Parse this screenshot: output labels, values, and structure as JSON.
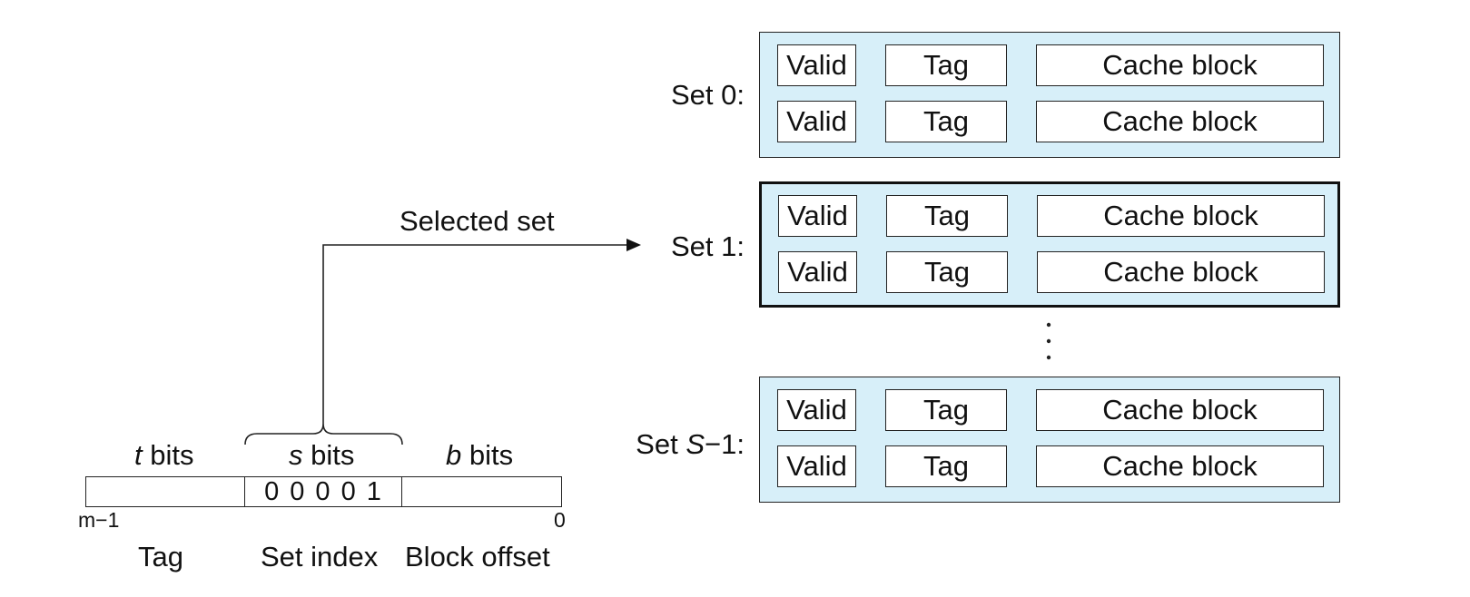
{
  "address": {
    "fields": [
      {
        "var": "t",
        "suffix": " bits",
        "name": "Tag",
        "value": ""
      },
      {
        "var": "s",
        "suffix": " bits",
        "name": "Set index",
        "value": "0 0 0 0 1"
      },
      {
        "var": "b",
        "suffix": " bits",
        "name": "Block offset",
        "value": ""
      }
    ],
    "high_bit": "m−1",
    "low_bit": "0"
  },
  "arrow_label": "Selected set",
  "sets": [
    {
      "prefix": "Set ",
      "index": "0",
      "suffix": ":"
    },
    {
      "prefix": "Set ",
      "index": "1",
      "suffix": ":"
    },
    {
      "prefix": "Set ",
      "index_var": "S",
      "index_rest": "−1",
      "suffix": ":"
    }
  ],
  "line_fields": {
    "valid": "Valid",
    "tag": "Tag",
    "block": "Cache block"
  },
  "selected_set_index": 1,
  "colors": {
    "set_fill": "#d7eff9",
    "stroke": "#222222"
  }
}
